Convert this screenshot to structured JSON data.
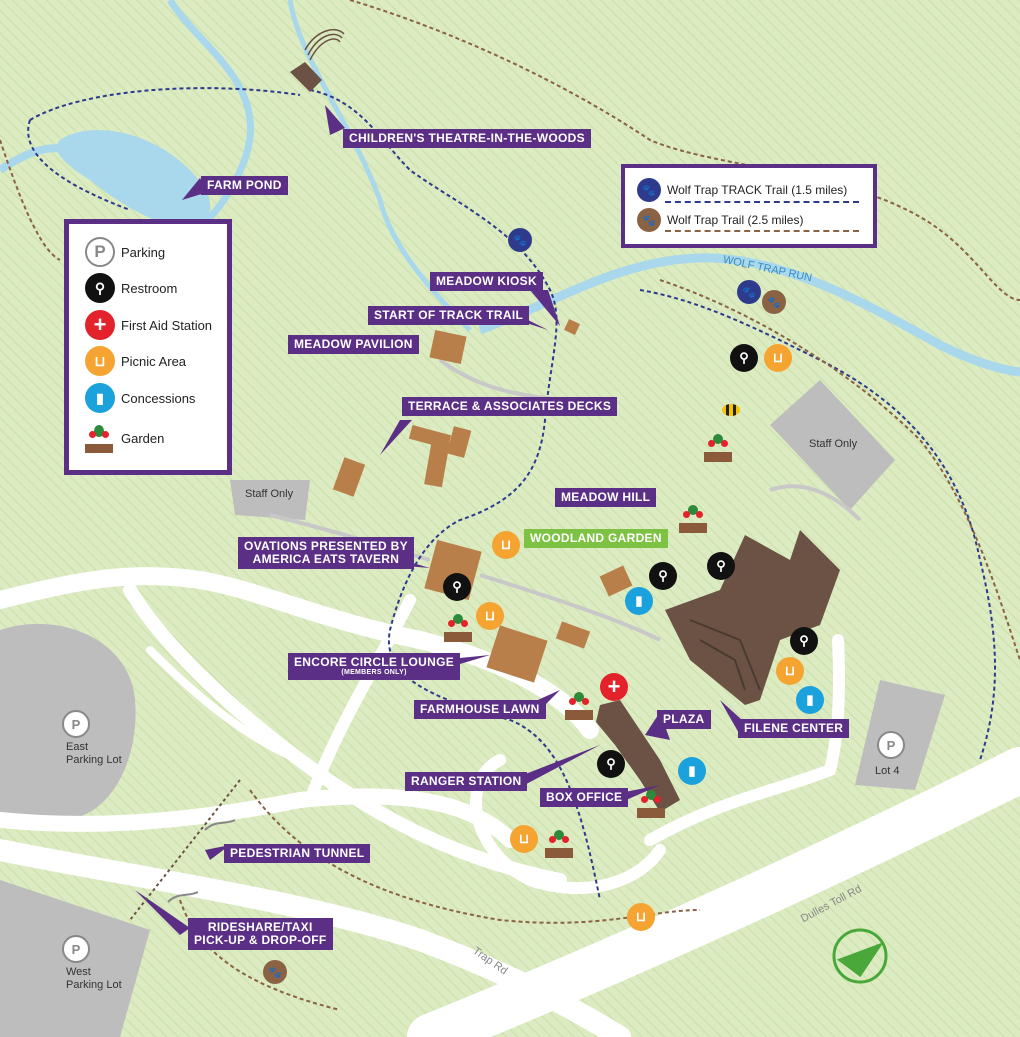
{
  "legend": {
    "items": [
      {
        "icon": "parking-icon",
        "label": "Parking"
      },
      {
        "icon": "restroom-icon",
        "label": "Restroom"
      },
      {
        "icon": "first-aid-icon",
        "label": "First Aid Station"
      },
      {
        "icon": "picnic-icon",
        "label": "Picnic Area"
      },
      {
        "icon": "concessions-icon",
        "label": "Concessions"
      },
      {
        "icon": "garden-icon",
        "label": "Garden"
      }
    ]
  },
  "trails": {
    "track": "Wolf Trap TRACK Trail (1.5 miles)",
    "trail": "Wolf Trap Trail (2.5 miles)"
  },
  "labels": {
    "childrens_theatre": "CHILDREN'S THEATRE-IN-THE-WOODS",
    "farm_pond": "FARM POND",
    "meadow_kiosk": "MEADOW KIOSK",
    "start_track": "START OF TRACK TRAIL",
    "meadow_pavilion": "MEADOW PAVILION",
    "terrace": "TERRACE & ASSOCIATES DECKS",
    "meadow_hill": "MEADOW HILL",
    "woodland_garden": "WOODLAND GARDEN",
    "ovations_1": "OVATIONS PRESENTED BY",
    "ovations_2": "AMERICA EATS TAVERN",
    "encore": "ENCORE CIRCLE LOUNGE",
    "encore_sub": "(MEMBERS ONLY)",
    "farmhouse_lawn": "FARMHOUSE LAWN",
    "plaza": "PLAZA",
    "filene": "FILENE CENTER",
    "ranger": "RANGER STATION",
    "box_office": "BOX OFFICE",
    "pedestrian_tunnel": "PEDESTRIAN TUNNEL",
    "rideshare_1": "RIDESHARE/TAXI",
    "rideshare_2": "PICK-UP & DROP-OFF"
  },
  "map_text": {
    "wolf_trap_run": "WOLF TRAP RUN",
    "staff_only_a": "Staff Only",
    "staff_only_b": "Staff Only",
    "east_lot_1": "East",
    "east_lot_2": "Parking Lot",
    "west_lot_1": "West",
    "west_lot_2": "Parking Lot",
    "lot4": "Lot 4",
    "trap_rd": "Trap Rd",
    "dulles": "Dulles Toll Rd"
  },
  "icon_glyphs": {
    "parking": "P",
    "first_aid": "+",
    "paw": "🐾"
  },
  "colors": {
    "accent": "#5b2f86",
    "green_label": "#7dc242",
    "building": "#b97f4a",
    "building_dark": "#6b5244",
    "water": "#a9d8ec",
    "track_trail": "#2e3a8c",
    "wolf_trail": "#8a6244",
    "grass": "#dcebc2"
  }
}
